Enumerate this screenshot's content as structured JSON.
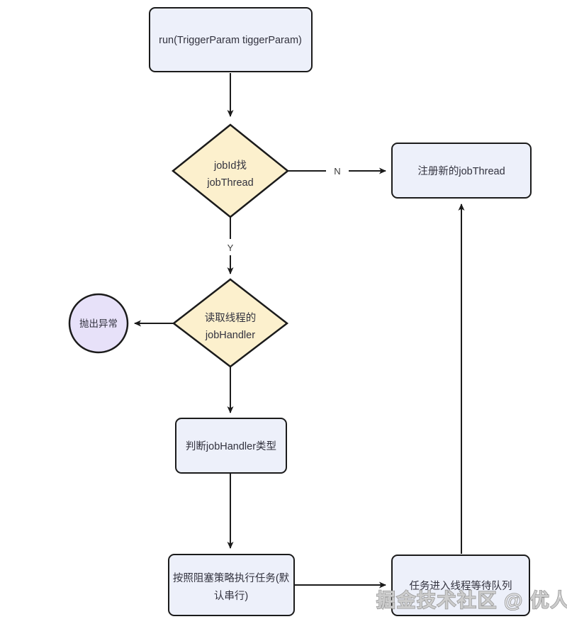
{
  "colors": {
    "canvas_bg": "#ffffff",
    "box_fill": "#edf0fa",
    "diamond_fill": "#fcf0cd",
    "circle_fill": "#e7e1f9",
    "stroke": "#1b1b1b",
    "text": "#32323e",
    "watermark_outline": "#8e8e8e"
  },
  "nodes": {
    "run": {
      "label": "run(TriggerParam tiggerParam)"
    },
    "find_thread": {
      "line1": "jobId找",
      "line2": "jobThread"
    },
    "register": {
      "label": "注册新的jobThread"
    },
    "read_handler": {
      "line1": "读取线程的",
      "line2": "jobHandler"
    },
    "exception": {
      "label": "抛出异常"
    },
    "judge": {
      "label": "判断jobHandler类型"
    },
    "execute": {
      "line1": "按照阻塞策略执行任务(默",
      "line2": "认串行)"
    },
    "queue": {
      "label": "任务进入线程等待队列"
    }
  },
  "edges": {
    "no_label": "N",
    "yes_label": "Y"
  },
  "watermark": {
    "text": "掘金技术社区 @ 优人"
  }
}
